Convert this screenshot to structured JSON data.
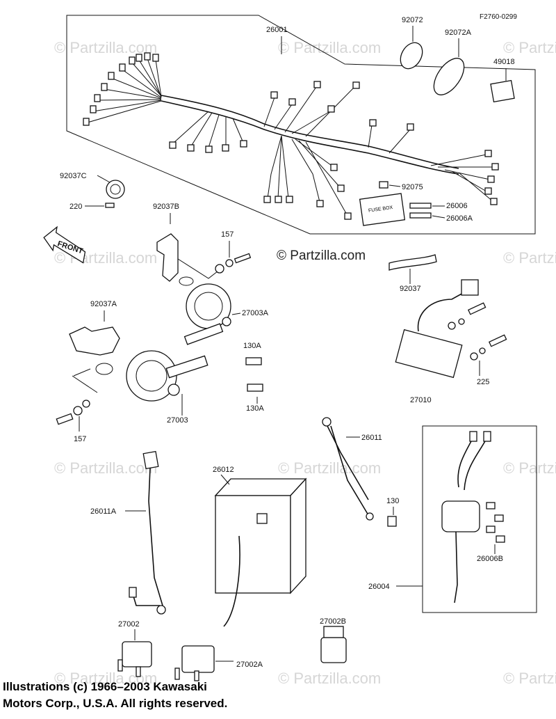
{
  "figure_code": "F2760-0299",
  "watermark": "© Partzilla.com",
  "center_watermark": "© Partzilla.com",
  "front_arrow": "FRONT",
  "copyright": {
    "line1": "Illustrations (c) 1966–2003 Kawasaki",
    "line2": "Motors Corp., U.S.A.  All rights reserved."
  },
  "parts": {
    "p26001": "26001",
    "p92072": "92072",
    "p92072A": "92072A",
    "p49018": "49018",
    "p92037C": "92037C",
    "p220": "220",
    "p92075": "92075",
    "p26006": "26006",
    "p26006A": "26006A",
    "p92037B": "92037B",
    "p157a": "157",
    "p92037": "92037",
    "p27003A": "27003A",
    "p92037A": "92037A",
    "p130Aa": "130A",
    "p130Ab": "130A",
    "p27003": "27003",
    "p157b": "157",
    "p225": "225",
    "p27010": "27010",
    "p26011": "26011",
    "p26012": "26012",
    "p130": "130",
    "p26011A": "26011A",
    "p26006B": "26006B",
    "p26004": "26004",
    "p27002": "27002",
    "p27002B": "27002B",
    "p27002A": "27002A"
  }
}
